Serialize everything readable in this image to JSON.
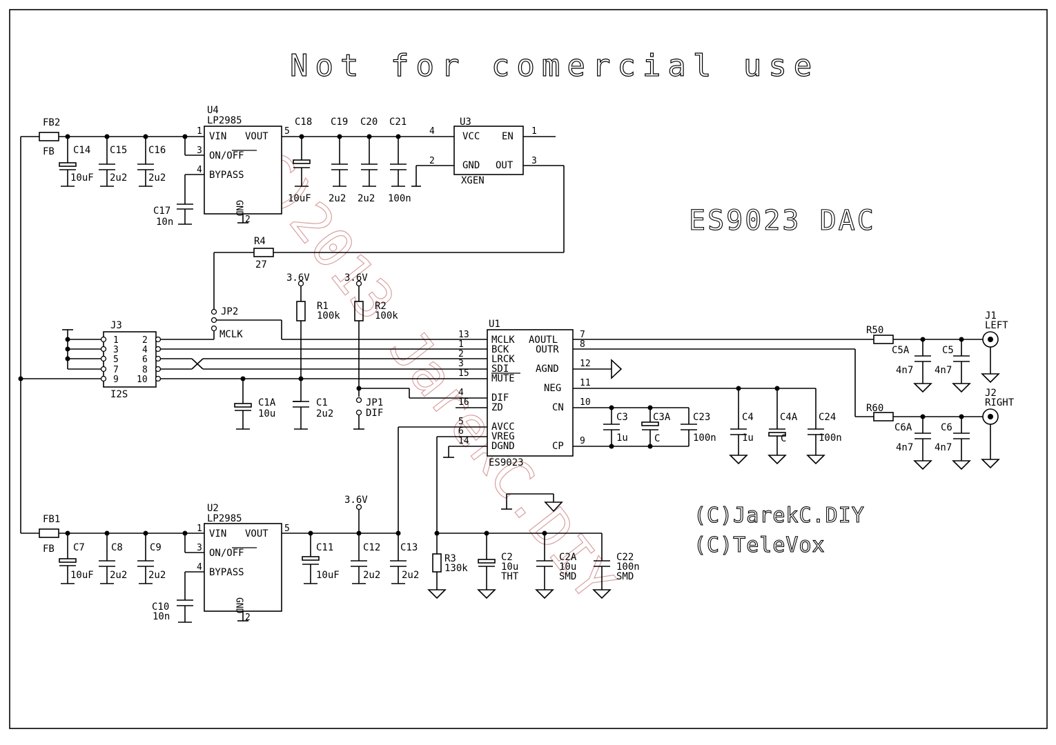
{
  "title": "Not for comercial use",
  "board_title": "ES9023 DAC",
  "copyright": [
    "(C)JarekC.DIY",
    "(C)TeleVox"
  ],
  "watermark": "(C)2013 JarekC.DIY",
  "power_label": "3.6V",
  "ics": {
    "u4": {
      "ref": "U4",
      "part": "LP2985",
      "pins": [
        "VIN",
        "VOUT",
        "ON/OFF",
        "BYPASS",
        "GND"
      ],
      "pin_numbers": [
        "1",
        "5",
        "3",
        "4",
        "2"
      ]
    },
    "u2": {
      "ref": "U2",
      "part": "LP2985",
      "pins": [
        "VIN",
        "VOUT",
        "ON/OFF",
        "BYPASS",
        "GND"
      ],
      "pin_numbers": [
        "1",
        "5",
        "3",
        "4",
        "2"
      ]
    },
    "u3": {
      "ref": "U3",
      "part": "XGEN",
      "pins": [
        "VCC",
        "EN",
        "GND",
        "OUT"
      ],
      "pin_numbers": [
        "4",
        "1",
        "2",
        "3"
      ]
    },
    "u1": {
      "ref": "U1",
      "part": "ES9023",
      "left_pins": [
        "MCLK",
        "BCK",
        "LRCK",
        "SDI",
        "MUTE",
        "DIF",
        "ZD",
        "AVCC",
        "VREG",
        "DGND"
      ],
      "left_numbers": [
        "13",
        "1",
        "2",
        "3",
        "15",
        "4",
        "16",
        "5",
        "6",
        "14"
      ],
      "right_pins": [
        "AOUTL",
        "OUTR",
        "AGND",
        "NEG",
        "CN",
        "CP"
      ],
      "right_numbers": [
        "7",
        "8",
        "12",
        "11",
        "10",
        "9"
      ]
    },
    "j3": {
      "ref": "J3",
      "part": "I2S",
      "left_pins": [
        "1",
        "3",
        "5",
        "7",
        "9"
      ],
      "right_pins": [
        "2",
        "4",
        "6",
        "8",
        "10"
      ]
    }
  },
  "components": {
    "fb2": [
      "FB2",
      "FB"
    ],
    "fb1": [
      "FB1",
      "FB"
    ],
    "c14": [
      "C14",
      "10uF"
    ],
    "c15": [
      "C15",
      "2u2"
    ],
    "c16": [
      "C16",
      "2u2"
    ],
    "c17": [
      "C17",
      "10n"
    ],
    "c18": [
      "C18",
      "10uF"
    ],
    "c19": [
      "C19",
      "2u2"
    ],
    "c20": [
      "C20",
      "2u2"
    ],
    "c21": [
      "C21",
      "100n"
    ],
    "c7": [
      "C7",
      "10uF"
    ],
    "c8": [
      "C8",
      "2u2"
    ],
    "c9": [
      "C9",
      "2u2"
    ],
    "c10": [
      "C10",
      "10n"
    ],
    "c11": [
      "C11",
      "10uF"
    ],
    "c12": [
      "C12",
      "2u2"
    ],
    "c13": [
      "C13",
      "2u2"
    ],
    "r4": [
      "R4",
      "27"
    ],
    "r1": [
      "R1",
      "100k"
    ],
    "r2": [
      "R2",
      "100k"
    ],
    "r3": [
      "R3",
      "130k"
    ],
    "c1a": [
      "C1A",
      "10u"
    ],
    "c1": [
      "C1",
      "2u2"
    ],
    "jp1": [
      "JP1",
      "DIF"
    ],
    "jp2": [
      "JP2",
      "MCLK"
    ],
    "c2": [
      "C2",
      "10u",
      "THT"
    ],
    "c2a": [
      "C2A",
      "10u",
      "SMD"
    ],
    "c22": [
      "C22",
      "100n",
      "SMD"
    ],
    "c3": [
      "C3",
      "1u"
    ],
    "c3a": [
      "C3A",
      "C"
    ],
    "c23": [
      "C23",
      "100n"
    ],
    "c4": [
      "C4",
      "1u"
    ],
    "c4a": [
      "C4A",
      "C"
    ],
    "c24": [
      "C24",
      "100n"
    ],
    "r5": [
      "R50"
    ],
    "r6": [
      "R60"
    ],
    "c5a": [
      "C5A",
      "4n7"
    ],
    "c5": [
      "C5",
      "4n7"
    ],
    "c6a": [
      "C6A",
      "4n7"
    ],
    "c6": [
      "C6",
      "4n7"
    ],
    "j1": [
      "J1",
      "LEFT"
    ],
    "j2": [
      "J2",
      "RIGHT"
    ]
  }
}
